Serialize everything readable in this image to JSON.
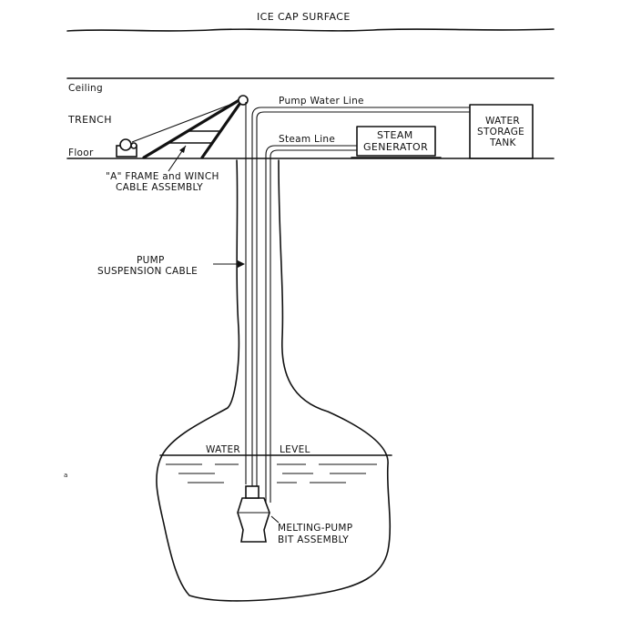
{
  "labels": {
    "ice_cap_surface": "ICE CAP SURFACE",
    "ceiling": "Ceiling",
    "trench": "TRENCH",
    "floor": "Floor",
    "pump_water_line": "Pump Water Line",
    "steam_line": "Steam Line",
    "steam_generator_line1": "STEAM",
    "steam_generator_line2": "GENERATOR",
    "water_storage_tank_line1": "WATER",
    "water_storage_tank_line2": "STORAGE",
    "water_storage_tank_line3": "TANK",
    "a_frame_line1": "\"A\" FRAME and WINCH",
    "a_frame_line2": "CABLE ASSEMBLY",
    "pump_cable_line1": "PUMP",
    "pump_cable_line2": "SUSPENSION CABLE",
    "water_level_left": "WATER",
    "water_level_right": "LEVEL",
    "melting_pump_line1": "MELTING-PUMP",
    "melting_pump_line2": "BIT ASSEMBLY",
    "stray_mark": "a"
  }
}
